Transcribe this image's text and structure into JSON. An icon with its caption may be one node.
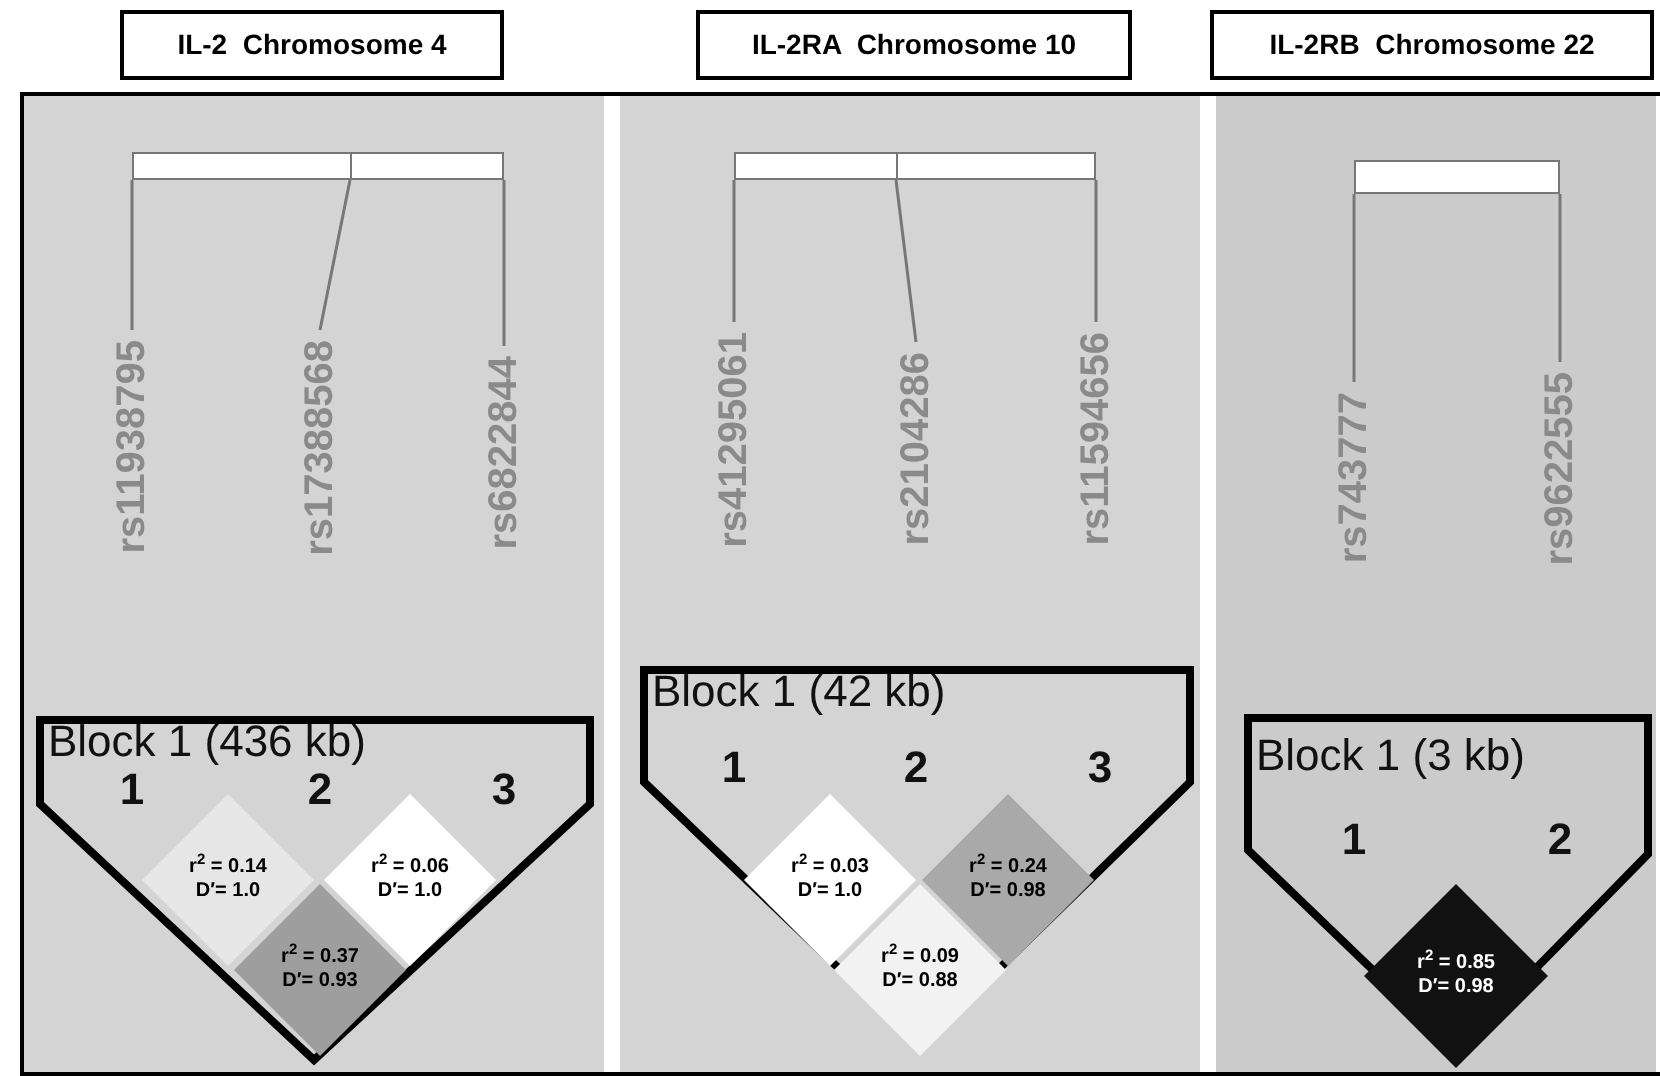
{
  "diagram": {
    "nodes": [
      {
        "text": [
          "IL-2  Chromosome 4"
        ]
      },
      {
        "text": [],
        "shape": "box"
      },
      {
        "text": [],
        "shape": "bar",
        "in": 1
      },
      {
        "text": [
          "rs11938795"
        ],
        "in": 1
      },
      {
        "text": [
          "rs17388568"
        ],
        "in": 1
      },
      {
        "text": [
          "rs6822844"
        ],
        "in": 1
      },
      {
        "text": [
          "Block 1 (436 kb)",
          "1",
          "2",
          "3"
        ],
        "in": 1
      },
      {
        "text": [
          "r$^{2}$ = 0.14",
          "D′= 1.0"
        ],
        "in": 6
      },
      {
        "text": [
          "r$^{2}$ = 0.06",
          "D′= 1.0"
        ],
        "in": 6
      },
      {
        "text": [
          "r$^{2}$ = 0.37",
          "D′= 0.93"
        ],
        "in": 6
      },
      {
        "text": [
          "IL-2RA  Chromosome 10"
        ]
      },
      {
        "text": [],
        "shape": "box"
      },
      {
        "text": [],
        "shape": "bar",
        "in": 11
      },
      {
        "text": [
          "rs41295061"
        ],
        "in": 11
      },
      {
        "text": [
          "rs2104286"
        ],
        "in": 11
      },
      {
        "text": [
          "rs11594656"
        ],
        "in": 11
      },
      {
        "text": [
          "Block 1 (42 kb)",
          "1",
          "2",
          "3"
        ],
        "in": 11
      },
      {
        "text": [
          "r$^{2}$ = 0.03",
          "D′= 1.0"
        ],
        "in": 16
      },
      {
        "text": [
          "r$^{2}$ = 0.24",
          "D′= 0.98"
        ],
        "in": 16
      },
      {
        "text": [
          "r$^{2}$ = 0.09",
          "D′= 0.88"
        ],
        "in": 16
      },
      {
        "text": [
          "IL-2RB  Chromosome 22"
        ]
      },
      {
        "text": [],
        "shape": "box"
      },
      {
        "text": [],
        "shape": "bar",
        "in": 21
      },
      {
        "text": [
          "rs743777"
        ],
        "in": 21
      },
      {
        "text": [
          "rs9622555"
        ],
        "in": 21
      },
      {
        "text": [
          "Block 1 (3 kb)",
          "1",
          "2"
        ],
        "in": 21
      },
      {
        "text": [
          "r$^{2}$ = 0.85",
          "D′= 0.98"
        ],
        "in": 25
      }
    ],
    "edges": [
      {
        "from": 2,
        "to": 3,
        "arrow": "none"
      },
      {
        "from": 2,
        "to": 4,
        "arrow": "none"
      },
      {
        "from": 2,
        "to": 5,
        "arrow": "none"
      },
      {
        "from": 12,
        "to": 13,
        "arrow": "none"
      },
      {
        "from": 12,
        "to": 14,
        "arrow": "none"
      },
      {
        "from": 12,
        "to": 15,
        "arrow": "none"
      },
      {
        "from": 22,
        "to": 23,
        "arrow": "none"
      },
      {
        "from": 22,
        "to": 24,
        "arrow": "none"
      }
    ]
  }
}
